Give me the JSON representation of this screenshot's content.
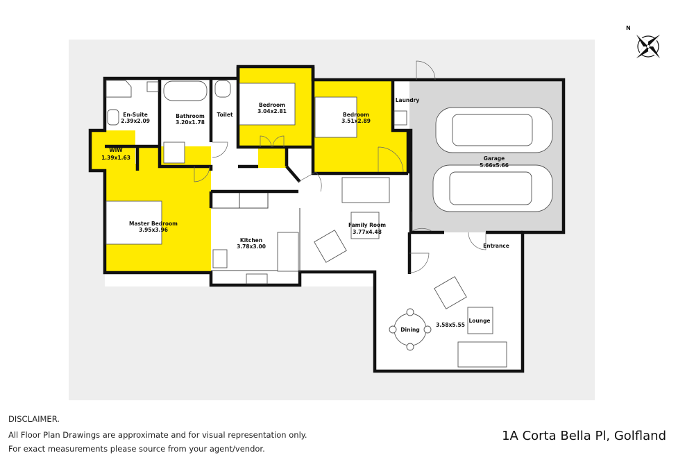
{
  "rooms": {
    "ensuite": {
      "name": "En-Suite",
      "dims": "2.39x2.09"
    },
    "bathroom": {
      "name": "Bathroom",
      "dims": "3.20x1.78"
    },
    "toilet": {
      "name": "Toilet"
    },
    "bedroom2": {
      "name": "Bedroom",
      "dims": "3.04x2.81"
    },
    "bedroom3": {
      "name": "Bedroom",
      "dims": "3.51x2.89"
    },
    "laundry": {
      "name": "Laundry"
    },
    "garage": {
      "name": "Garage",
      "dims": "5.66x5.66"
    },
    "wiw": {
      "name": "WIW",
      "dims": "1.39x1.63"
    },
    "master": {
      "name": "Master Bedroom",
      "dims": "3.95x3.96"
    },
    "kitchen": {
      "name": "Kitchen",
      "dims": "3.78x3.00"
    },
    "family": {
      "name": "Family Room",
      "dims": "3.77x4.48"
    },
    "entrance": {
      "name": "Entrance"
    },
    "dining": {
      "name": "Dining"
    },
    "lounge": {
      "name": "Lounge",
      "dims": "3.58x5.55"
    }
  },
  "compass": {
    "north_label": "N",
    "icon": "compass-rose-icon"
  },
  "colors": {
    "highlight": "#FFEA00",
    "garage": "#D7D7D7",
    "backdrop": "#EEEEEE"
  },
  "disclaimer": {
    "title": "DISCLAIMER.",
    "line1": "All Floor Plan Drawings are approximate and for visual representation only.",
    "line2": "For exact measurements please source from your agent/vendor."
  },
  "address": "1A Corta Bella Pl, Golfland"
}
